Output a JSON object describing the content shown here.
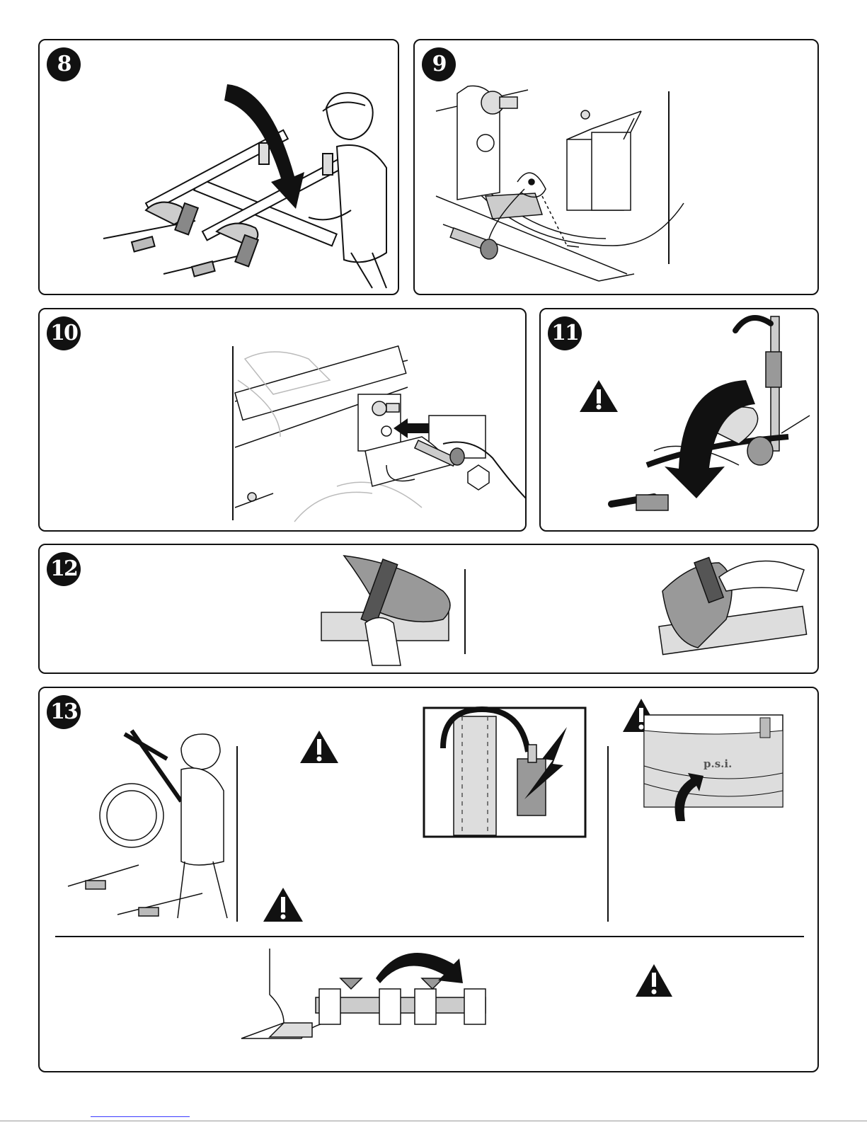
{
  "steps": [
    {
      "label": "8"
    },
    {
      "label": "9"
    },
    {
      "label": "10"
    },
    {
      "label": "11"
    },
    {
      "label": "12"
    },
    {
      "label": "13"
    }
  ],
  "icons": {
    "warning": "warning-triangle-icon",
    "arrow": "curved-arrow-icon",
    "lightning": "lightning-bolt-icon"
  },
  "tire_marking": "p.s.i.",
  "colors": {
    "line": "#111111",
    "shade": "#9a9a9a",
    "light_shade": "#c8c8c8",
    "background": "#ffffff"
  }
}
